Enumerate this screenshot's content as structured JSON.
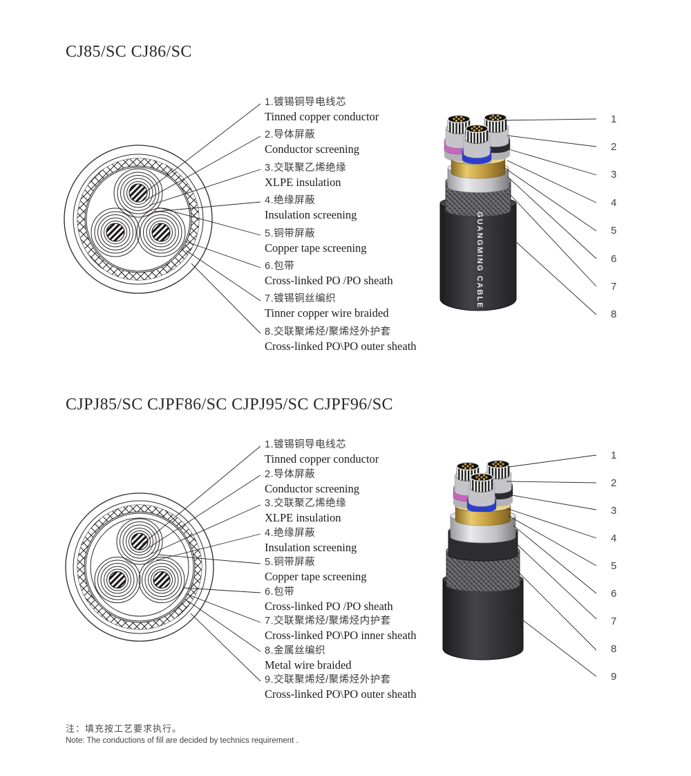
{
  "sections": [
    {
      "title": "CJ85/SC CJ86/SC",
      "brand": "GUANGMING CABLE",
      "labels": [
        {
          "zh": "1.镀锡铜导电线芯",
          "en": "Tinned copper conductor"
        },
        {
          "zh": "2.导体屏蔽",
          "en": "Conductor screening"
        },
        {
          "zh": "3.交联聚乙烯绝缘",
          "en": "XLPE insulation"
        },
        {
          "zh": "4.绝缘屏蔽",
          "en": "Insulation screening"
        },
        {
          "zh": "5.铜带屏蔽",
          "en": "Copper tape screening"
        },
        {
          "zh": "6.包带",
          "en": "Cross-linked PO /PO sheath"
        },
        {
          "zh": "7.镀锡铜丝编织",
          "en": "Tinner copper wire braided"
        },
        {
          "zh": "8.交联聚烯烃/聚烯烃外护套",
          "en": "Cross-linked PO\\PO outer sheath"
        }
      ],
      "callouts": [
        "1",
        "2",
        "3",
        "4",
        "5",
        "6",
        "7",
        "8"
      ]
    },
    {
      "title": "CJPJ85/SC CJPF86/SC CJPJ95/SC CJPF96/SC",
      "labels": [
        {
          "zh": "1.镀锡铜导电线芯",
          "en": "Tinned copper conductor"
        },
        {
          "zh": "2.导体屏蔽",
          "en": "Conductor screening"
        },
        {
          "zh": "3.交联聚乙烯绝缘",
          "en": "XLPE insulation"
        },
        {
          "zh": "4.绝缘屏蔽",
          "en": "Insulation screening"
        },
        {
          "zh": "5.铜带屏蔽",
          "en": "Copper tape screening"
        },
        {
          "zh": "6.包带",
          "en": "Cross-linked PO /PO sheath"
        },
        {
          "zh": "7.交联聚烯烃/聚烯烃内护套",
          "en": "Cross-linked PO\\PO inner sheath"
        },
        {
          "zh": "8.金属丝编织",
          "en": "Metal wire braided"
        },
        {
          "zh": "9.交联聚烯烃/聚烯烃外护套",
          "en": "Cross-linked PO\\PO outer sheath"
        }
      ],
      "callouts": [
        "1",
        "2",
        "3",
        "4",
        "5",
        "6",
        "7",
        "8",
        "9"
      ]
    }
  ],
  "note": {
    "zh": "注：填充按工艺要求执行。",
    "en": "Note: The conductions of fill are decided by technics requirement ."
  },
  "colors": {
    "phase_pink": "#c565be",
    "phase_blue": "#2b3ecb",
    "phase_black": "#2c2c30",
    "copper_tape_gold": "#c9a23f",
    "binder_silver": "#c9c9cd",
    "sheath_black": "#313134",
    "line_ink": "#2a2627"
  }
}
